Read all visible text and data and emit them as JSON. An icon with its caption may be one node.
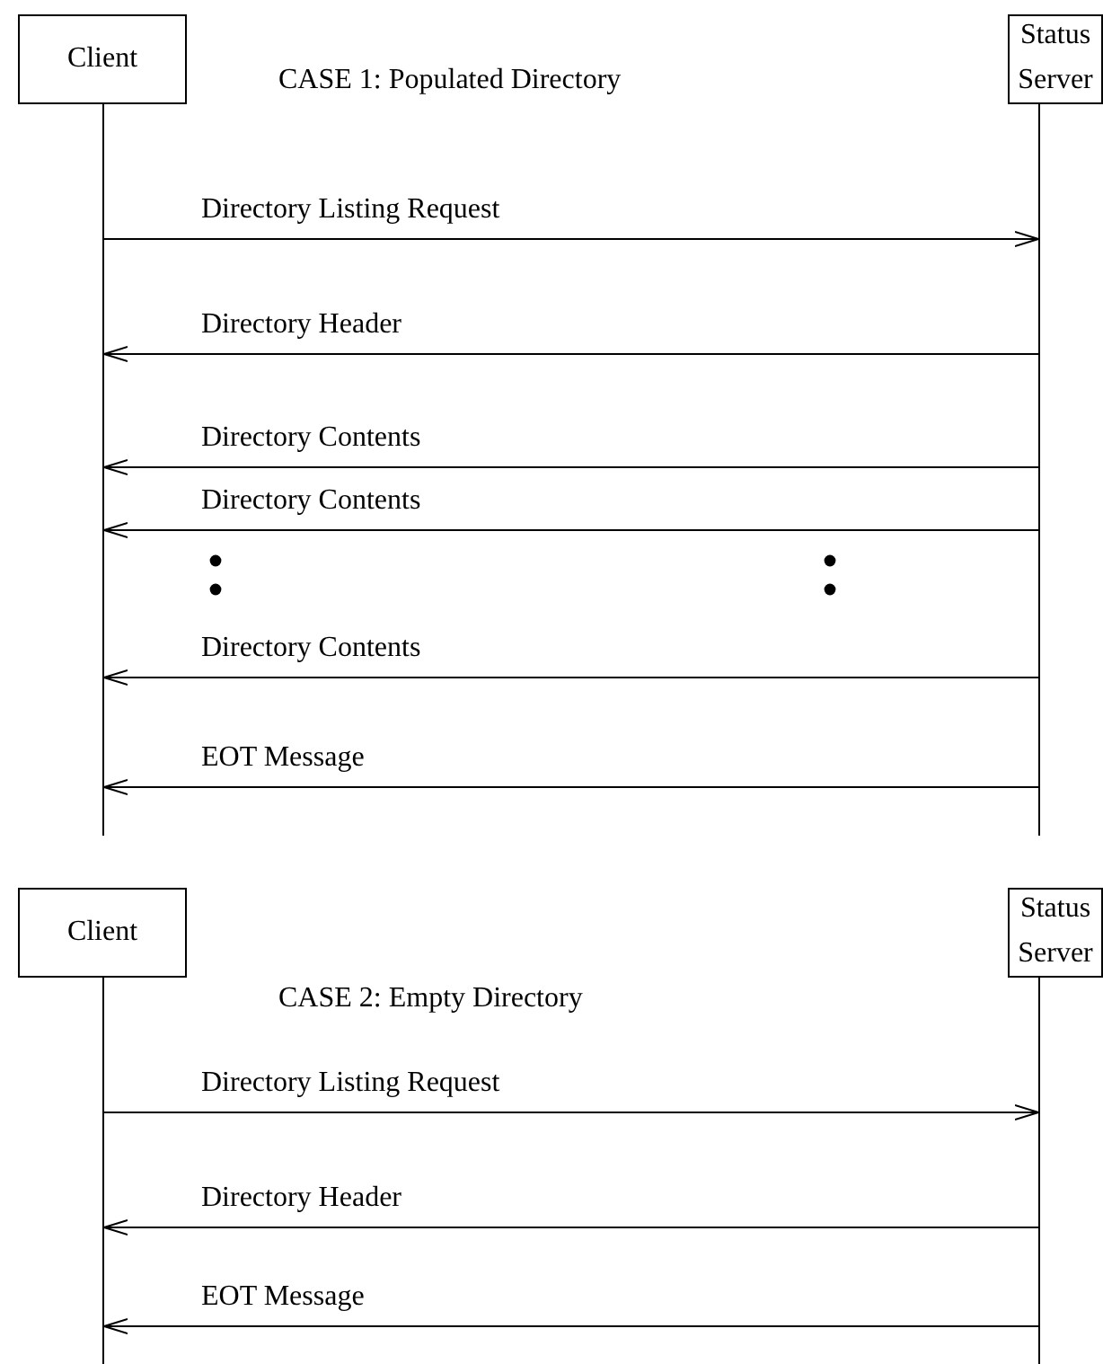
{
  "diagram": {
    "nodes": [
      {
        "text": [
          "Client"
        ]
      },
      {
        "text": [
          "Status Server"
        ]
      },
      {
        "text": [],
        "shape": "line"
      },
      {
        "text": [],
        "shape": "line"
      },
      {
        "text": [
          "Client"
        ]
      },
      {
        "text": [
          "Status Server"
        ]
      },
      {
        "text": [],
        "shape": "line"
      },
      {
        "text": [],
        "shape": "line"
      }
    ],
    "edges": [
      {
        "from": 2,
        "to": 3,
        "arrow": "to",
        "label": "Directory Listing Request"
      },
      {
        "from": 3,
        "to": 2,
        "arrow": "to",
        "label": "Directory Header"
      },
      {
        "from": 3,
        "to": 2,
        "arrow": "to",
        "label": "Directory Contents"
      },
      {
        "from": 3,
        "to": 2,
        "arrow": "to",
        "label": "Directory Contents"
      },
      {
        "from": 3,
        "to": 2,
        "arrow": "to",
        "label": "Directory Contents"
      },
      {
        "from": 3,
        "to": 2,
        "arrow": "to",
        "label": "EOT Message"
      },
      {
        "from": 6,
        "to": 7,
        "arrow": "to",
        "label": "Directory Listing Request"
      },
      {
        "from": 7,
        "to": 6,
        "arrow": "to",
        "label": "Directory Header"
      },
      {
        "from": 7,
        "to": 6,
        "arrow": "to",
        "label": "EOT Message"
      }
    ],
    "labels": [
      "CASE 1: Populated Directory",
      "CASE 2: Empty Directory"
    ]
  }
}
